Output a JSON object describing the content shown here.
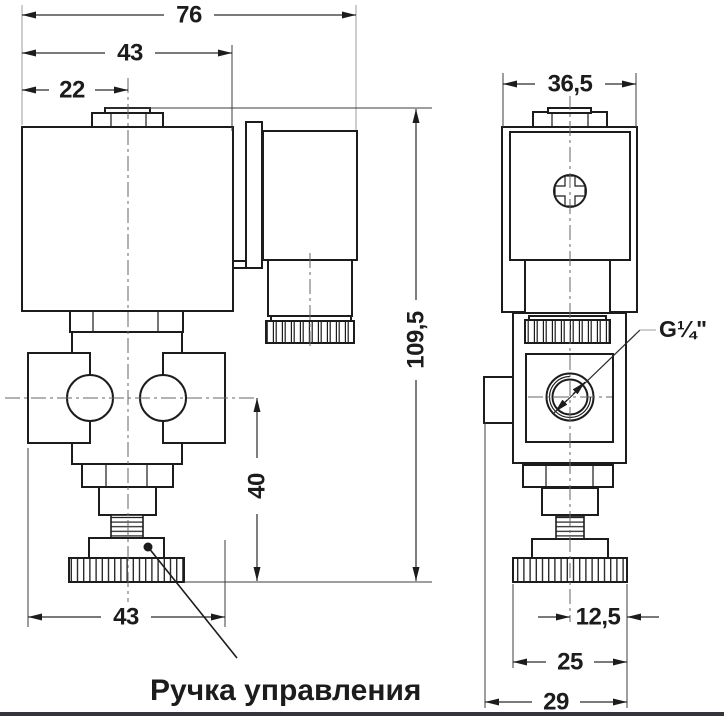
{
  "dimensions": {
    "front": {
      "total_width": "76",
      "coil_width": "43",
      "cap_offset": "22",
      "total_height": "109,5",
      "lower_section_height": "40",
      "body_width": "43"
    },
    "side": {
      "coil_width": "36,5",
      "knob_half_width": "12,5",
      "knob_width": "25",
      "total_depth": "29"
    }
  },
  "callouts": {
    "port_thread": "G¼\"",
    "handle": "Ручка управления"
  },
  "colors": {
    "outline": "#1c1c1c",
    "thin_line": "#3d3d3d",
    "centerline": "#666666",
    "light_extension": "#b9b9b9",
    "background": "#ffffff",
    "bottom_border": "#34353b"
  }
}
